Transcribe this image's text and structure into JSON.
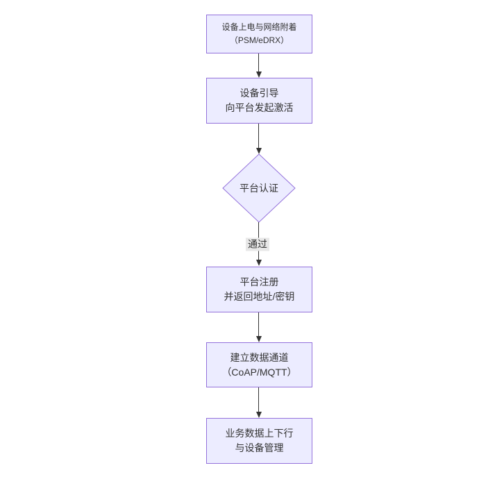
{
  "diagram": {
    "type": "flowchart",
    "direction": "top-down",
    "colors": {
      "node_fill": "#ECECFF",
      "node_border": "#9370DB",
      "edge_stroke": "#333333",
      "edge_label_bg": "#e8e8e8",
      "text": "#333333",
      "background": "#ffffff"
    },
    "nodes": [
      {
        "id": "power-attach",
        "shape": "rect",
        "line1": "设备上电与网络附着",
        "line2": "（PSM/eDRX）"
      },
      {
        "id": "bootstrap",
        "shape": "rect",
        "line1": "设备引导",
        "line2": "向平台发起激活"
      },
      {
        "id": "platform-auth",
        "shape": "diamond",
        "line1": "平台认证",
        "line2": ""
      },
      {
        "id": "platform-register",
        "shape": "rect",
        "line1": "平台注册",
        "line2": "并返回地址/密钥"
      },
      {
        "id": "data-channel",
        "shape": "rect",
        "line1": "建立数据通道",
        "line2": "（CoAP/MQTT）"
      },
      {
        "id": "business-data",
        "shape": "rect",
        "line1": "业务数据上下行",
        "line2": "与设备管理"
      }
    ],
    "edges": [
      {
        "from": "power-attach",
        "to": "bootstrap",
        "label": ""
      },
      {
        "from": "bootstrap",
        "to": "platform-auth",
        "label": ""
      },
      {
        "from": "platform-auth",
        "to": "platform-register",
        "label": "通过"
      },
      {
        "from": "platform-register",
        "to": "data-channel",
        "label": ""
      },
      {
        "from": "data-channel",
        "to": "business-data",
        "label": ""
      }
    ]
  }
}
